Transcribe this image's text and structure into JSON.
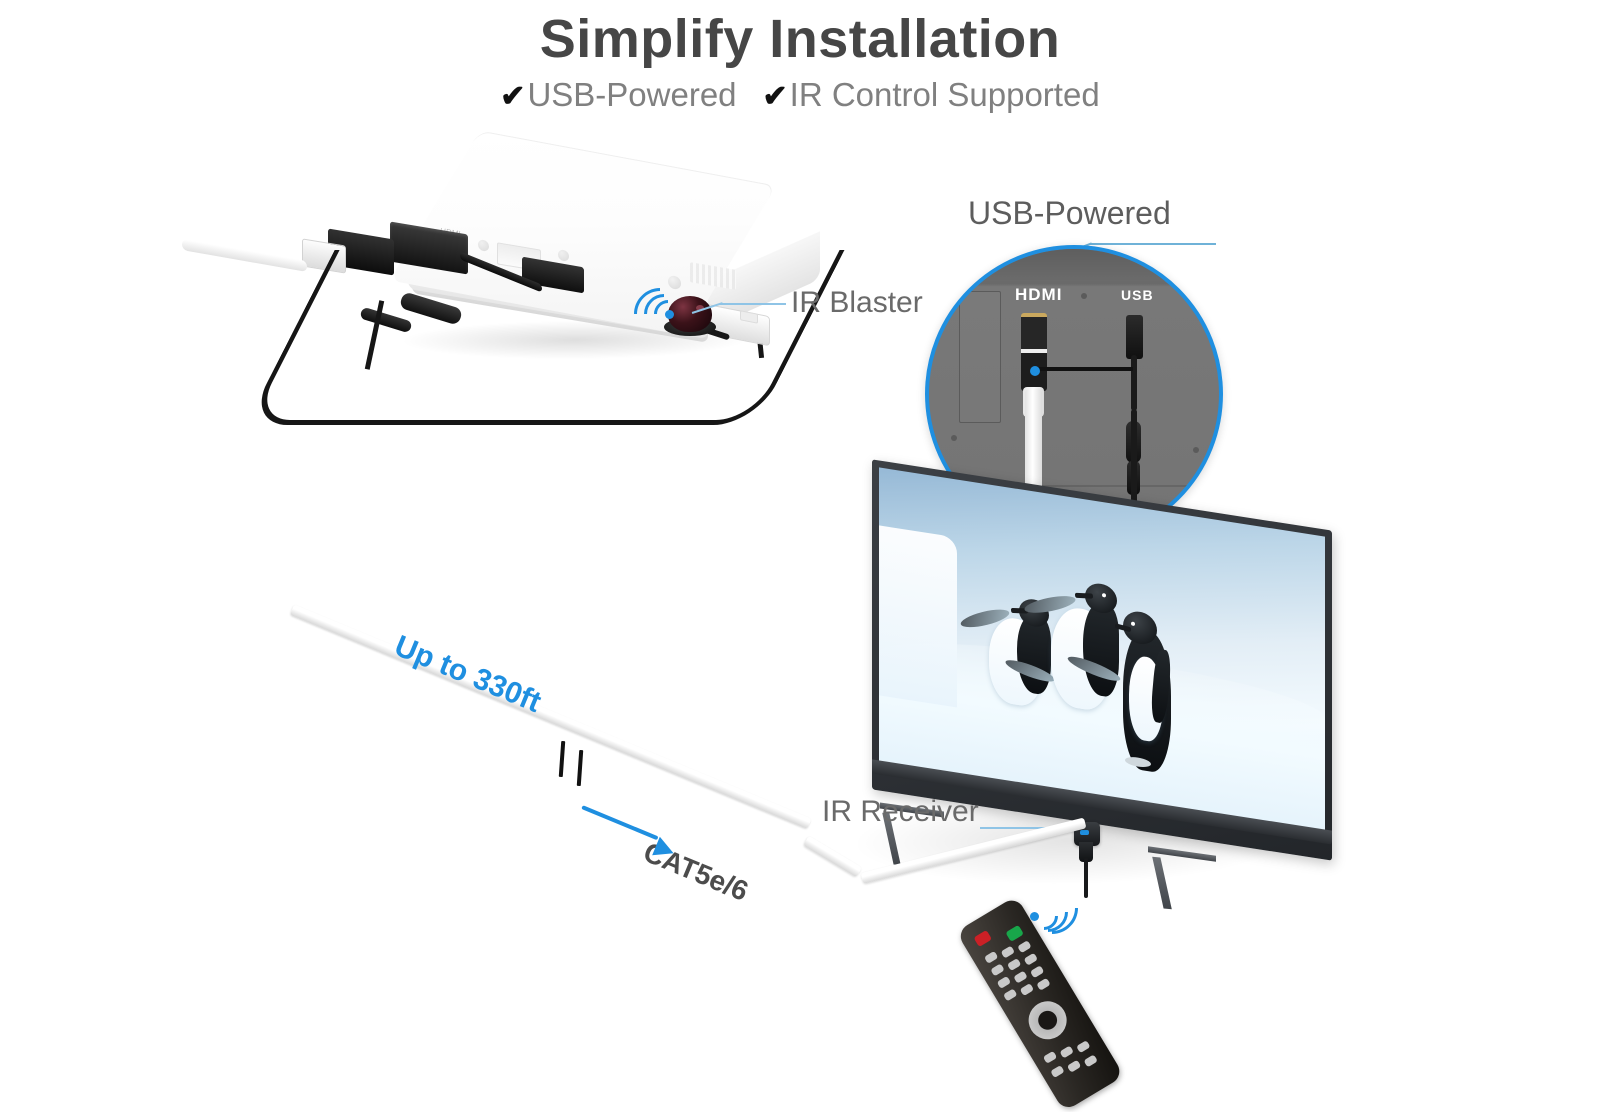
{
  "header": {
    "title": "Simplify Installation",
    "check_glyph": "✔",
    "feature_1": "USB-Powered",
    "feature_2": "IR Control Supported"
  },
  "callouts": {
    "usb_powered": "USB-Powered",
    "ir_blaster": "IR Blaster",
    "ir_receiver": "IR Receiver",
    "cable_length": "Up to 330ft",
    "cable_type": "CAT5e/6"
  },
  "magnifier": {
    "hdmi_label": "HDMI",
    "usb_label": "USB"
  },
  "colors": {
    "accent_blue": "#1f8fe0",
    "title_gray": "#464646",
    "subtitle_gray": "#808080",
    "label_gray": "#6a6a6a",
    "cable_white": "#ffffff",
    "panel_dark": "#6d6d6d",
    "remote_red": "#cb2026",
    "remote_green": "#18a64a"
  },
  "icons": {
    "check": "check-icon",
    "ir_signal": "ir-signal-waves-icon",
    "arrow": "direction-arrow-icon"
  }
}
